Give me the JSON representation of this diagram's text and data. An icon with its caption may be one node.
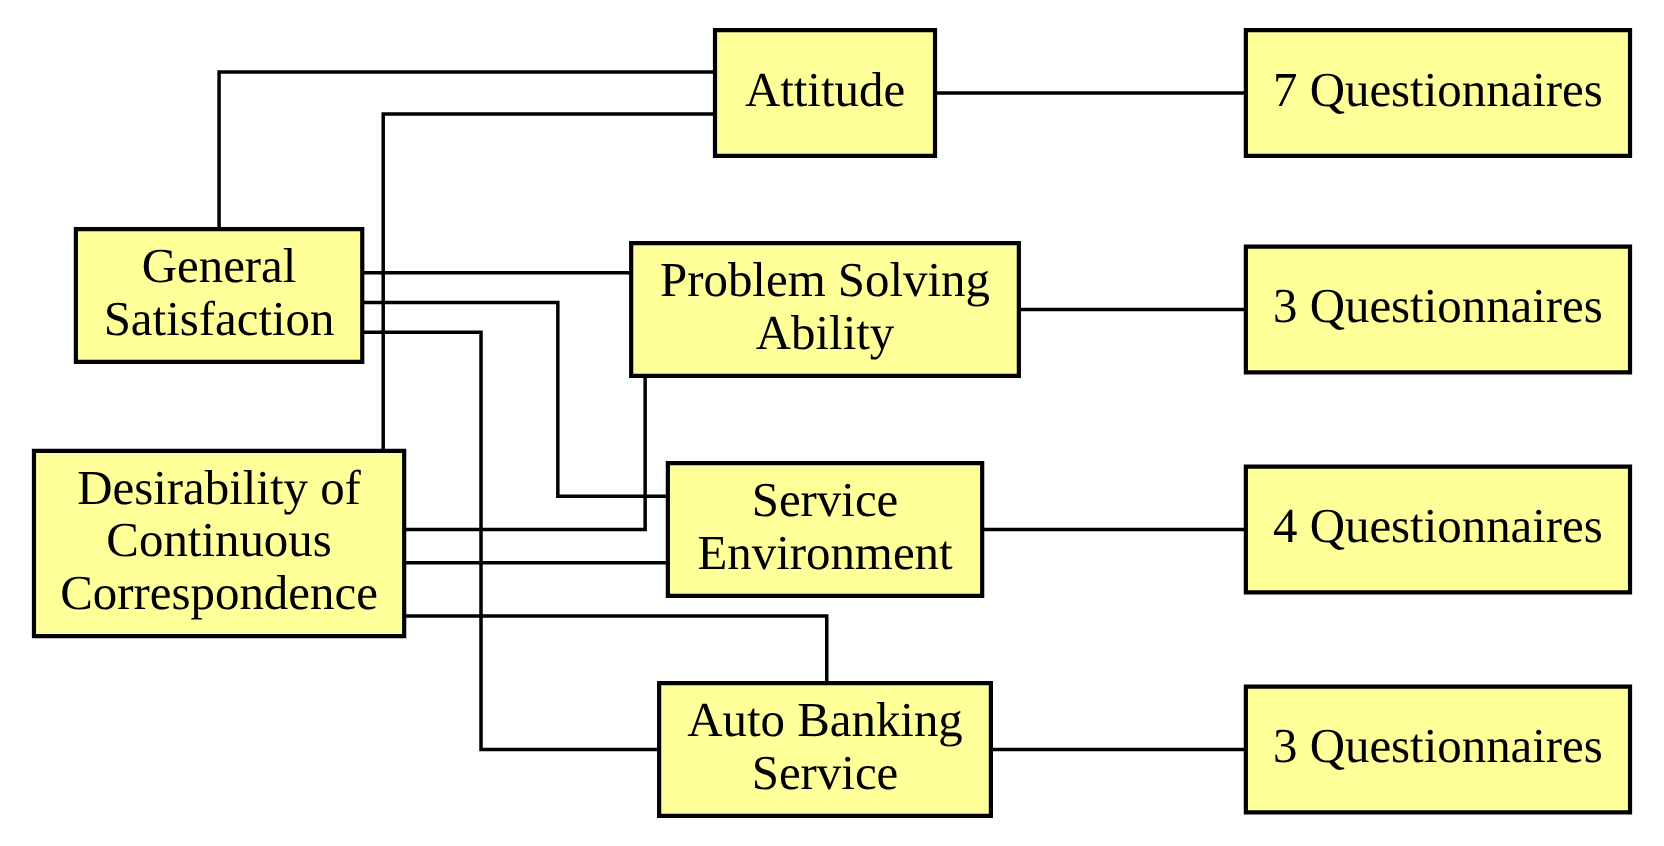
{
  "diagram": {
    "nodes": [
      {
        "text": [
          "General Satisfaction"
        ]
      },
      {
        "text": [
          "Desirability of Continuous Correspondence"
        ]
      },
      {
        "text": [
          "Attitude"
        ]
      },
      {
        "text": [
          "Problem Solving Ability"
        ]
      },
      {
        "text": [
          "Service Environment"
        ]
      },
      {
        "text": [
          "Auto Banking Service"
        ]
      },
      {
        "text": [
          "7 Questionnaires"
        ]
      },
      {
        "text": [
          "3 Questionnaires"
        ]
      },
      {
        "text": [
          "4 Questionnaires"
        ]
      },
      {
        "text": [
          "3 Questionnaires"
        ]
      }
    ],
    "edges": [
      {
        "from": 0,
        "to": 2,
        "arrow": "none"
      },
      {
        "from": 0,
        "to": 3,
        "arrow": "none"
      },
      {
        "from": 0,
        "to": 4,
        "arrow": "none"
      },
      {
        "from": 0,
        "to": 5,
        "arrow": "none"
      },
      {
        "from": 1,
        "to": 2,
        "arrow": "none"
      },
      {
        "from": 1,
        "to": 3,
        "arrow": "none"
      },
      {
        "from": 1,
        "to": 4,
        "arrow": "none"
      },
      {
        "from": 1,
        "to": 5,
        "arrow": "none"
      },
      {
        "from": 2,
        "to": 6,
        "arrow": "none"
      },
      {
        "from": 3,
        "to": 7,
        "arrow": "none"
      },
      {
        "from": 4,
        "to": 8,
        "arrow": "none"
      },
      {
        "from": 5,
        "to": 9,
        "arrow": "none"
      }
    ]
  }
}
